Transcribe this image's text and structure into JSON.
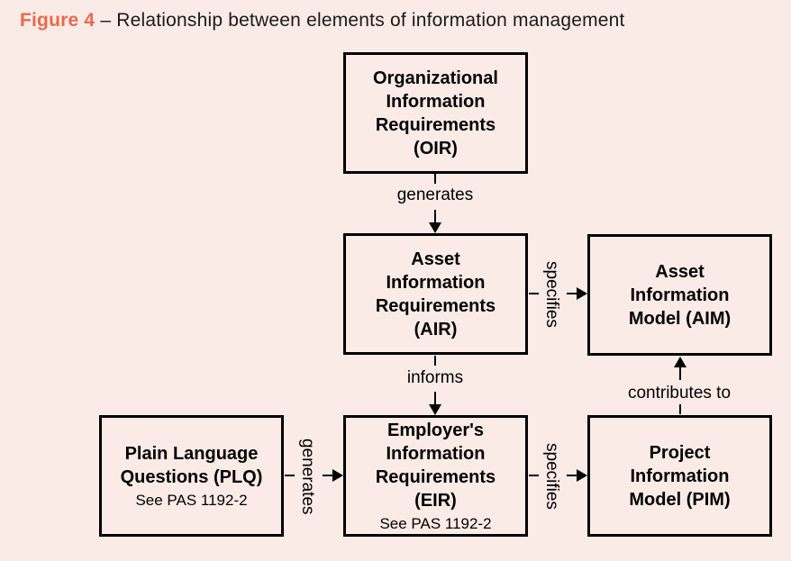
{
  "page": {
    "background_color": "#fbebe6",
    "accent_color": "#e8694b",
    "line_color": "#000000"
  },
  "title": {
    "figure": "Figure 4",
    "rest": "– Relationship between elements of information management"
  },
  "boxes": {
    "oir": {
      "lines": [
        "Organizational",
        "Information",
        "Requirements",
        "(OIR)"
      ]
    },
    "air": {
      "lines": [
        "Asset",
        "Information",
        "Requirements",
        "(AIR)"
      ]
    },
    "aim": {
      "lines": [
        "Asset",
        "Information",
        "Model (AIM)"
      ]
    },
    "plq": {
      "lines": [
        "Plain Language",
        "Questions (PLQ)"
      ],
      "note": "See PAS 1192-2"
    },
    "eir": {
      "lines": [
        "Employer's",
        "Information",
        "Requirements",
        "(EIR)"
      ],
      "note": "See PAS 1192-2"
    },
    "pim": {
      "lines": [
        "Project",
        "Information",
        "Model (PIM)"
      ]
    }
  },
  "edges": {
    "oir_air": {
      "from": "OIR",
      "to": "AIR",
      "label": "generates"
    },
    "air_eir": {
      "from": "AIR",
      "to": "EIR",
      "label": "informs"
    },
    "air_aim": {
      "from": "AIR",
      "to": "AIM",
      "label": "specifies"
    },
    "plq_eir": {
      "from": "PLQ",
      "to": "EIR",
      "label": "generates"
    },
    "eir_pim": {
      "from": "EIR",
      "to": "PIM",
      "label": "specifies"
    },
    "pim_aim": {
      "from": "PIM",
      "to": "AIM",
      "label": "contributes to"
    }
  }
}
